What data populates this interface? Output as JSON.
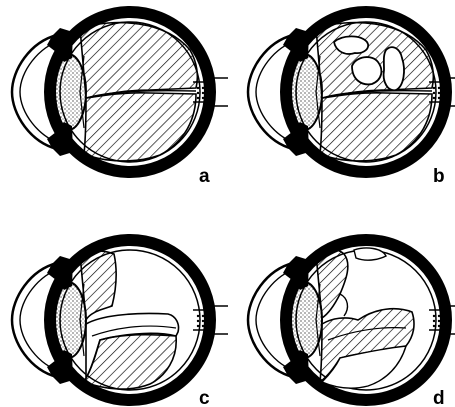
{
  "colors": {
    "ink": "#000000",
    "paper": "#ffffff"
  },
  "panels": [
    {
      "label": "a"
    },
    {
      "label": "b"
    },
    {
      "label": "c"
    },
    {
      "label": "d"
    }
  ]
}
